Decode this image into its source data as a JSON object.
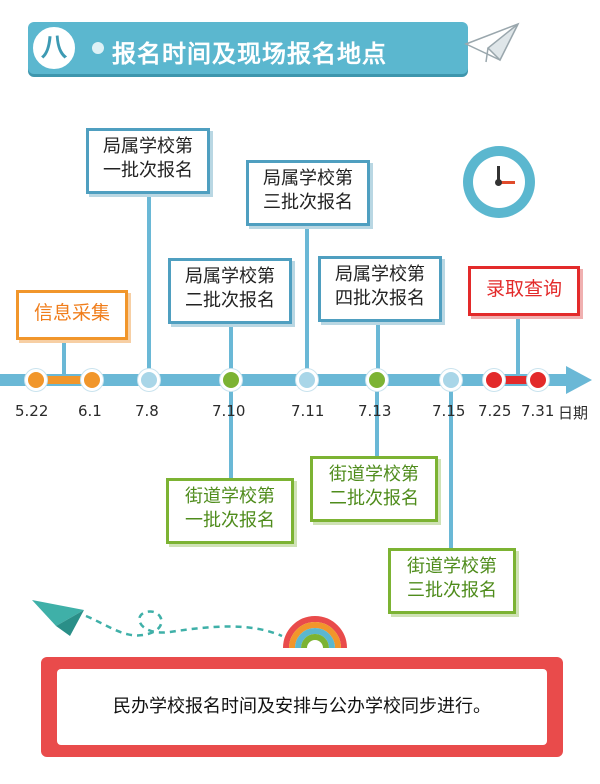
{
  "header": {
    "badge": "八",
    "title": "报名时间及现场报名地点"
  },
  "timeline": {
    "end_label": "日期",
    "dates": [
      "5.22",
      "6.1",
      "7.8",
      "7.10",
      "7.11",
      "7.13",
      "7.15",
      "7.25",
      "7.31"
    ]
  },
  "boxes": {
    "info_collection": "信息采集",
    "bureau_batch1": [
      "局属学校第",
      "一批次报名"
    ],
    "bureau_batch2": [
      "局属学校第",
      "二批次报名"
    ],
    "bureau_batch3": [
      "局属学校第",
      "三批次报名"
    ],
    "bureau_batch4": [
      "局属学校第",
      "四批次报名"
    ],
    "admission_query": "录取查询",
    "street_batch1": [
      "街道学校第",
      "一批次报名"
    ],
    "street_batch2": [
      "街道学校第",
      "二批次报名"
    ],
    "street_batch3": [
      "街道学校第",
      "三批次报名"
    ]
  },
  "colors": {
    "blue": "#5bb7cf",
    "green": "#7cb333",
    "orange": "#f1962b",
    "red": "#e32a2a"
  },
  "icons": [
    "clock-icon",
    "paper-plane-icon",
    "rainbow-icon"
  ],
  "note": "民办学校报名时间及安排与公办学校同步进行。"
}
